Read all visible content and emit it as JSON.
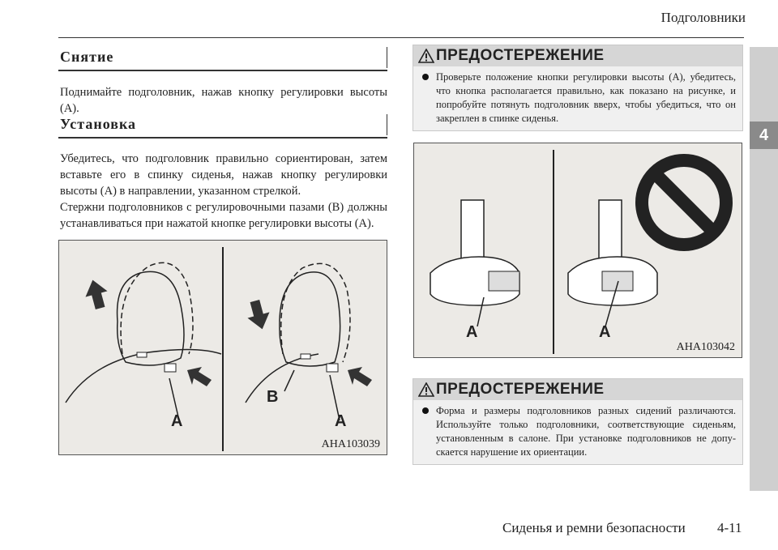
{
  "header": {
    "title": "Подголовники"
  },
  "side_tab": {
    "chapter": "4"
  },
  "removal": {
    "heading": "Снятие",
    "text": "Поднимайте подголовник, нажав кнопку регулировки высоты (A)."
  },
  "installation": {
    "heading": "Установка",
    "text1": "Убедитесь, что подголовник правильно сориентирован, затем вставьте его в спинку сиденья, нажав кнопку регулировки высоты (A) в направлении, указанном стрелкой.",
    "text2": "Стержни подголовников с регулировочными пазами (B) должны устанавливаться при нажатой кнопке регулировки высоты (A)."
  },
  "figure_left": {
    "id": "AHA103039",
    "labels": {
      "a1": "A",
      "a2": "A",
      "b": "B"
    }
  },
  "figure_right": {
    "id": "AHA103042",
    "labels": {
      "a1": "A",
      "a2": "A"
    },
    "prohibition_icon": "prohibited-icon"
  },
  "warning1": {
    "title": "ПРЕДОСТЕРЕЖЕНИЕ",
    "text": "Проверьте положение кнопки регулировки высоты (A), убедитесь, что кнопка располагается правильно, как показано на рисунке, и попробуйте потянуть подголовник вверх, чтобы убедиться, что он закреплен в спинке сиденья."
  },
  "warning2": {
    "title": "ПРЕДОСТЕРЕЖЕНИЕ",
    "text": "Форма и размеры подголовников разных сидений различаются. Используйте только подголовники, соответствующие сиденьям, установленным в салоне. При установке подголовников не допу-скается нарушение их ориентации."
  },
  "footer": {
    "section": "Сиденья и ремни безопасности",
    "page": "4-11"
  },
  "colors": {
    "tab": "#cfcfcf",
    "tab_active": "#8a8a8a",
    "warning_bg": "#f0f0f0",
    "warning_head": "#d6d6d6"
  }
}
